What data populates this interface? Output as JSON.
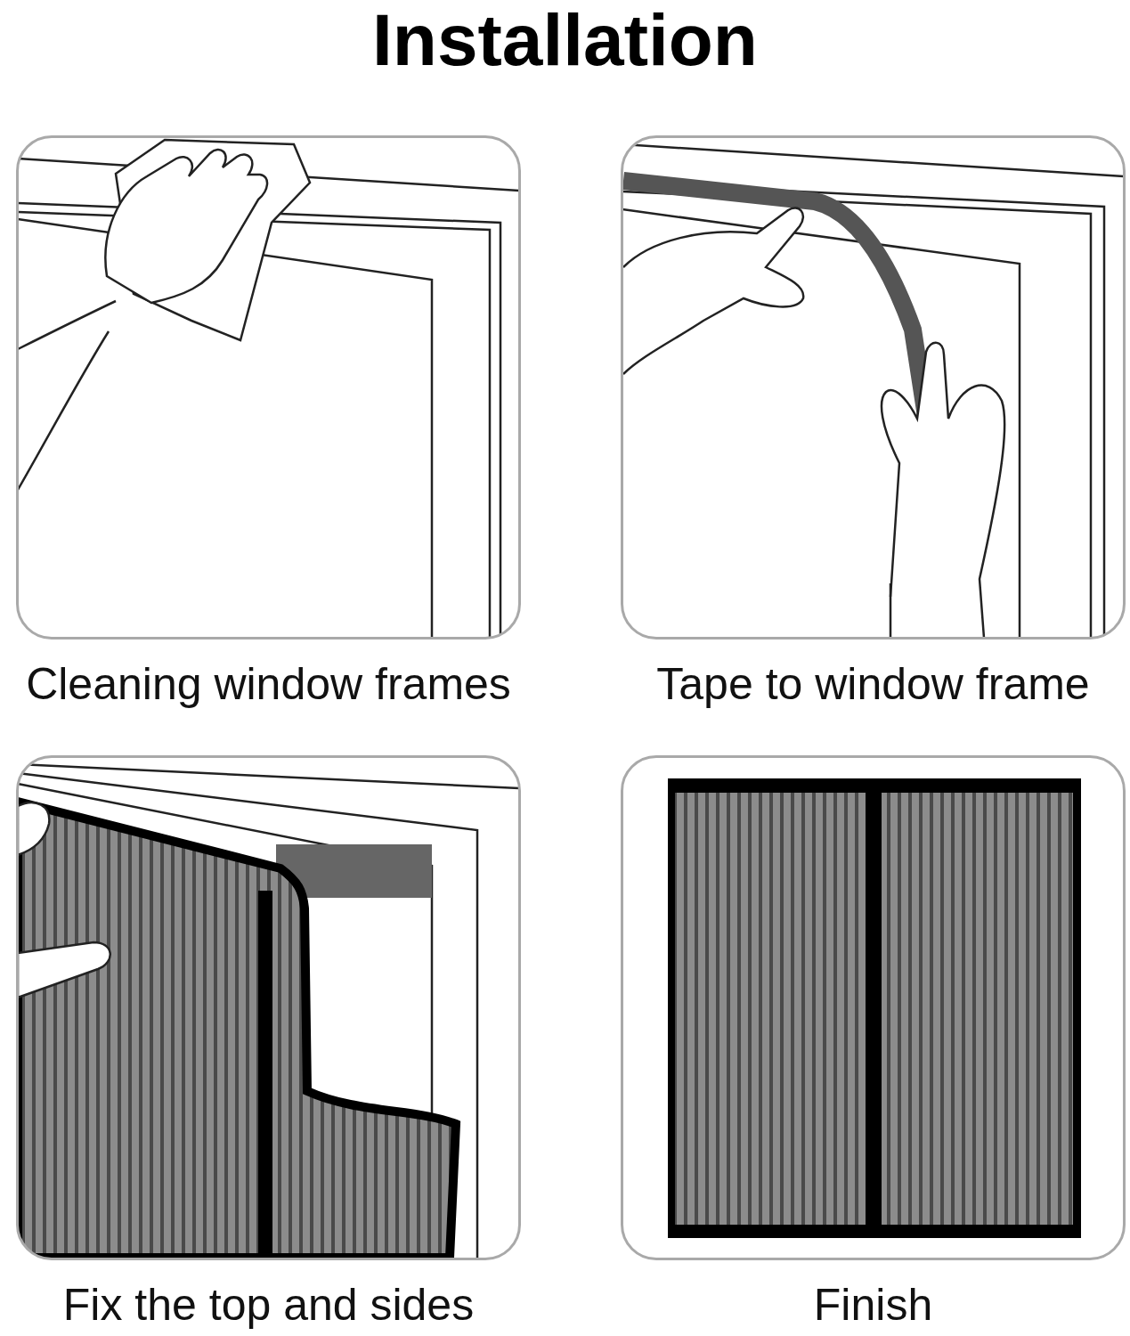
{
  "diagram": {
    "title": "Installation",
    "nodes": [
      {
        "text": [
          "Cleaning window frames"
        ]
      },
      {
        "text": [
          "Tape to window frame"
        ]
      },
      {
        "text": [
          "Fix the top and sides"
        ]
      },
      {
        "text": [
          "Finish"
        ]
      }
    ]
  }
}
